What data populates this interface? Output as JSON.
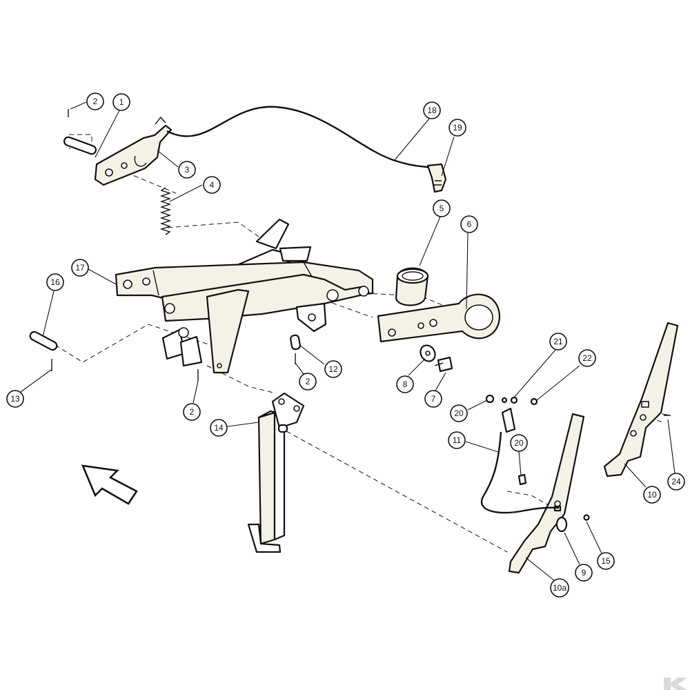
{
  "diagram": {
    "callouts": [
      {
        "id": "c2a",
        "label": "2"
      },
      {
        "id": "c1",
        "label": "1"
      },
      {
        "id": "c3",
        "label": "3"
      },
      {
        "id": "c4",
        "label": "4"
      },
      {
        "id": "c18",
        "label": "18"
      },
      {
        "id": "c19",
        "label": "19"
      },
      {
        "id": "c5",
        "label": "5"
      },
      {
        "id": "c6",
        "label": "6"
      },
      {
        "id": "c17",
        "label": "17"
      },
      {
        "id": "c16",
        "label": "16"
      },
      {
        "id": "c13",
        "label": "13"
      },
      {
        "id": "c12",
        "label": "12"
      },
      {
        "id": "c2b",
        "label": "2"
      },
      {
        "id": "c2c",
        "label": "2"
      },
      {
        "id": "c14",
        "label": "14"
      },
      {
        "id": "c8",
        "label": "8"
      },
      {
        "id": "c7",
        "label": "7"
      },
      {
        "id": "c21",
        "label": "21"
      },
      {
        "id": "c22",
        "label": "22"
      },
      {
        "id": "c20a",
        "label": "20"
      },
      {
        "id": "c11",
        "label": "11"
      },
      {
        "id": "c20b",
        "label": "20"
      },
      {
        "id": "c10",
        "label": "10"
      },
      {
        "id": "c24",
        "label": "24"
      },
      {
        "id": "c9",
        "label": "9"
      },
      {
        "id": "c15",
        "label": "15"
      },
      {
        "id": "c10a",
        "label": "10a"
      }
    ]
  },
  "colors": {
    "ink": "#111111",
    "paper": "#ffffff",
    "logo": "#d9d9d9"
  }
}
